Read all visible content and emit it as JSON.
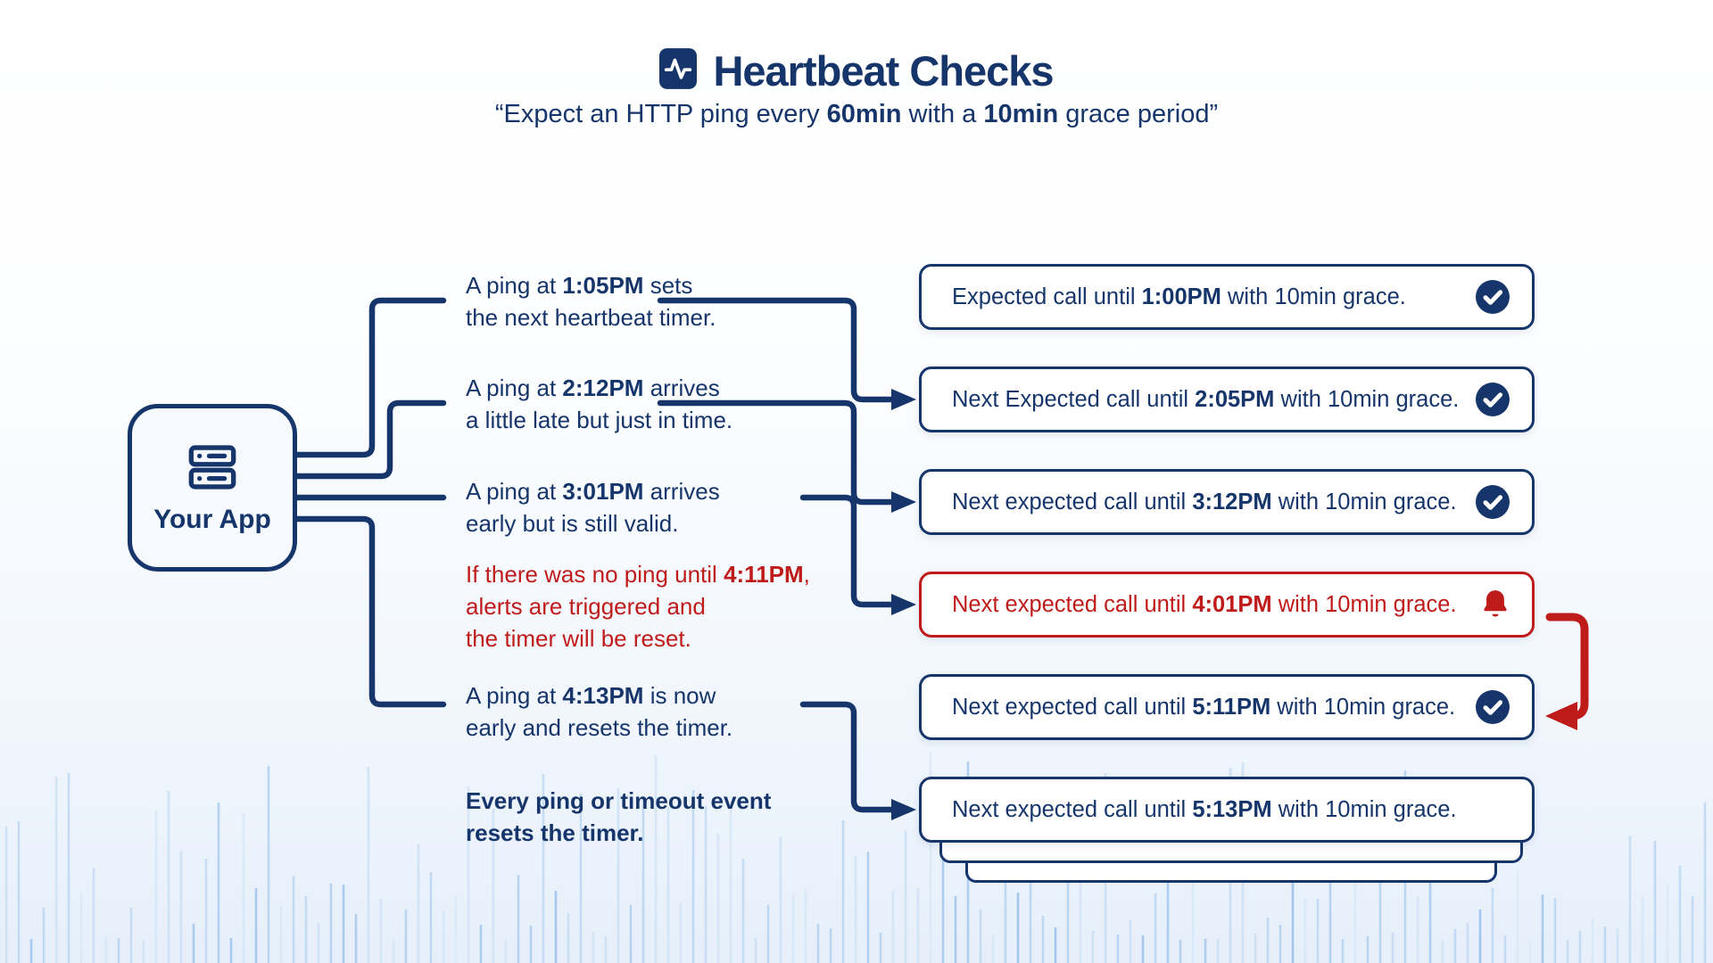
{
  "title": {
    "text": "Heartbeat Checks",
    "icon": "activity-icon"
  },
  "subtitle": {
    "segments": [
      {
        "text": "“Expect an HTTP ping every "
      },
      {
        "text": "60min",
        "bold": true
      },
      {
        "text": " with a "
      },
      {
        "text": "10min",
        "bold": true
      },
      {
        "text": " grace period”"
      }
    ]
  },
  "app_box": {
    "label": "Your App",
    "icon": "server-icon"
  },
  "annotations": [
    {
      "tone": "normal",
      "lines": [
        [
          {
            "text": "A ping at "
          },
          {
            "text": "1:05PM",
            "bold": true
          },
          {
            "text": " sets"
          }
        ],
        [
          {
            "text": "the next heartbeat timer."
          }
        ]
      ]
    },
    {
      "tone": "normal",
      "lines": [
        [
          {
            "text": "A ping at "
          },
          {
            "text": "2:12PM",
            "bold": true
          },
          {
            "text": " arrives"
          }
        ],
        [
          {
            "text": "a little late but just in time."
          }
        ]
      ]
    },
    {
      "tone": "normal",
      "lines": [
        [
          {
            "text": "A ping at "
          },
          {
            "text": "3:01PM",
            "bold": true
          },
          {
            "text": " arrives"
          }
        ],
        [
          {
            "text": "early but is still valid."
          }
        ]
      ]
    },
    {
      "tone": "alert",
      "lines": [
        [
          {
            "text": "If there was no ping until "
          },
          {
            "text": "4:11PM",
            "bold": true
          },
          {
            "text": ","
          }
        ],
        [
          {
            "text": "alerts are triggered and"
          }
        ],
        [
          {
            "text": "the timer will be reset."
          }
        ]
      ]
    },
    {
      "tone": "normal",
      "lines": [
        [
          {
            "text": "A ping at "
          },
          {
            "text": "4:13PM",
            "bold": true
          },
          {
            "text": " is now"
          }
        ],
        [
          {
            "text": "early and resets the timer."
          }
        ]
      ]
    },
    {
      "tone": "emphasis",
      "lines": [
        [
          {
            "text": "Every ping or timeout event",
            "bold": true
          }
        ],
        [
          {
            "text": "resets the timer.",
            "bold": true
          }
        ]
      ]
    }
  ],
  "status_boxes": [
    {
      "tone": "normal",
      "icon": "check-circle",
      "segments": [
        {
          "text": "Expected call until "
        },
        {
          "text": "1:00PM",
          "bold": true
        },
        {
          "text": " with 10min grace."
        }
      ]
    },
    {
      "tone": "normal",
      "icon": "check-circle",
      "segments": [
        {
          "text": "Next Expected call until "
        },
        {
          "text": "2:05PM",
          "bold": true
        },
        {
          "text": " with 10min grace."
        }
      ]
    },
    {
      "tone": "normal",
      "icon": "check-circle",
      "segments": [
        {
          "text": "Next expected call until "
        },
        {
          "text": "3:12PM",
          "bold": true
        },
        {
          "text": " with 10min grace."
        }
      ]
    },
    {
      "tone": "alert",
      "icon": "bell",
      "segments": [
        {
          "text": "Next expected call until "
        },
        {
          "text": "4:01PM",
          "bold": true
        },
        {
          "text": " with 10min grace."
        }
      ]
    },
    {
      "tone": "normal",
      "icon": "check-circle",
      "segments": [
        {
          "text": "Next expected call until "
        },
        {
          "text": "5:11PM",
          "bold": true
        },
        {
          "text": " with 10min grace."
        }
      ]
    },
    {
      "tone": "normal",
      "icon": "none",
      "segments": [
        {
          "text": "Next expected call until "
        },
        {
          "text": "5:13PM",
          "bold": true
        },
        {
          "text": " with 10min grace."
        }
      ]
    }
  ],
  "colors": {
    "navy": "#15356B",
    "red": "#C01B1B",
    "box_background": "#FFFFFF",
    "app_box_background": "#F6F9FD",
    "background_top": "#FFFFFF",
    "background_bottom": "#E6EFFA",
    "waveform": [
      "#CFE2F6",
      "#B7D3F0",
      "#9DC3EB"
    ]
  }
}
